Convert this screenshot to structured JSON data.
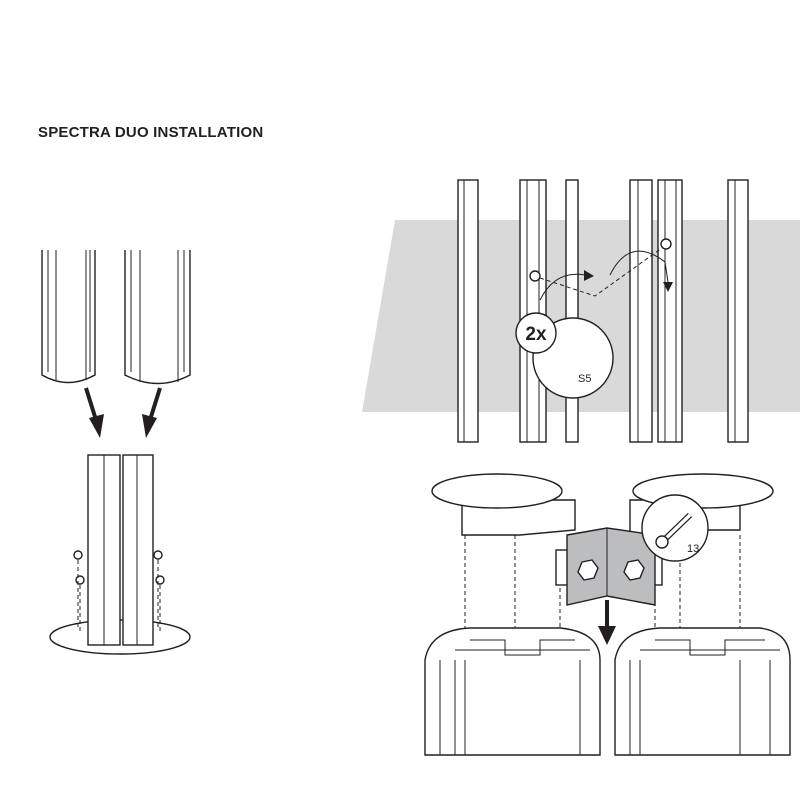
{
  "title": "SPECTRA DUO INSTALLATION",
  "step2": {
    "quantity_label": "2x",
    "tool_label": "S5"
  },
  "step3": {
    "tool_label": "13"
  },
  "colors": {
    "band": "#d9d9da",
    "bracket": "#bcbdbf",
    "ink": "#231f20"
  }
}
